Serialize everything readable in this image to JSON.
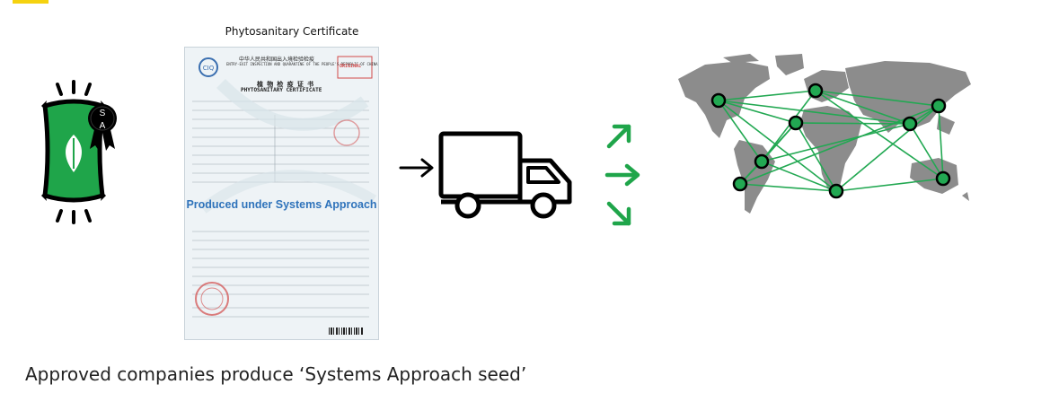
{
  "certificate": {
    "title": "Phytosanitary Certificate",
    "header_cn": "中华人民共和国出入境检验检疫",
    "header_en": "ENTRY-EXIT INSPECTION AND QUARANTINE OF THE PEOPLE'S REPUBLIC OF CHINA",
    "doc_title_cn": "植 物 检 疫 证 书",
    "doc_title_en": "PHYTOSANITARY CERTIFICATE",
    "stamp_original": "ORIGINAL",
    "mid_text": "Produced under Systems Approach"
  },
  "seed_bag": {
    "badge_letters": [
      "S",
      "A"
    ]
  },
  "caption": "Approved companies produce ‘Systems Approach seed’",
  "colors": {
    "accent": "#f5d20f",
    "green": "#1fa54a",
    "network_green": "#22a852",
    "map_gray": "#8c8c8c",
    "cert_blue": "#2f73bb"
  },
  "icons": [
    "seed-bag-icon",
    "arrow-right-icon",
    "truck-icon",
    "dispatch-arrows-icon",
    "world-map-icon"
  ]
}
